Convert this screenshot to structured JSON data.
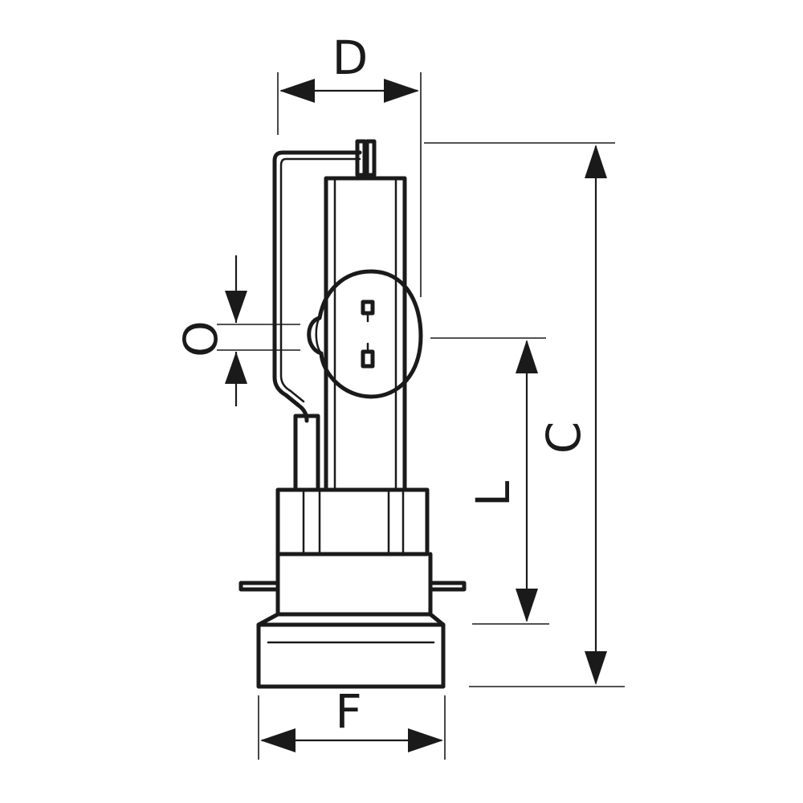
{
  "diagram": {
    "labels": {
      "D": "D",
      "C": "C",
      "L": "L",
      "O": "O",
      "F": "F"
    },
    "stroke_color": "#1a1a1a",
    "background": "#ffffff"
  }
}
